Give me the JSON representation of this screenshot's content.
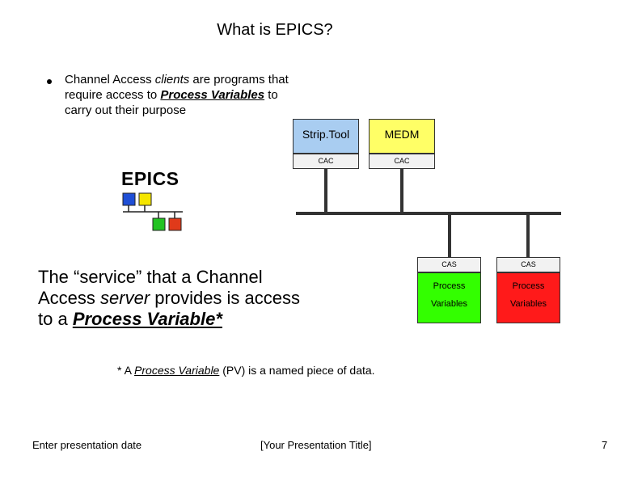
{
  "slide": {
    "title": "What is EPICS?",
    "bullet": {
      "prefix": "Channel Access ",
      "clients_word": "clients",
      "middle": " are programs that require access to ",
      "pv_phrase": "Process Variables",
      "suffix": " to carry out their purpose"
    },
    "service": {
      "prefix": "The “service” that a Channel Access ",
      "server_word": "server",
      "middle": " provides is access to a ",
      "pv_phrase": "Process Variable*"
    },
    "footnote": {
      "prefix": "* A ",
      "pv_phrase": "Process Variable",
      "suffix": "  (PV) is a named piece of data."
    },
    "footer": {
      "date": "Enter presentation date",
      "presentation_title": "[Your Presentation Title]",
      "page_number": "7"
    }
  },
  "logo": {
    "text": "EPICS",
    "colors": [
      "#1f4fd6",
      "#f5e600",
      "#22c322",
      "#e03a1a"
    ]
  },
  "clients": [
    {
      "name": "Strip.Tool",
      "library": "CAC",
      "color": "#a9cdf1"
    },
    {
      "name": "MEDM",
      "library": "CAC",
      "color": "#ffff66"
    }
  ],
  "servers": [
    {
      "library": "CAS",
      "pv_line1": "Process",
      "pv_line2": "Variables",
      "color": "#33ff00"
    },
    {
      "library": "CAS",
      "pv_line1": "Process",
      "pv_line2": "Variables",
      "color": "#ff1a1a"
    }
  ]
}
